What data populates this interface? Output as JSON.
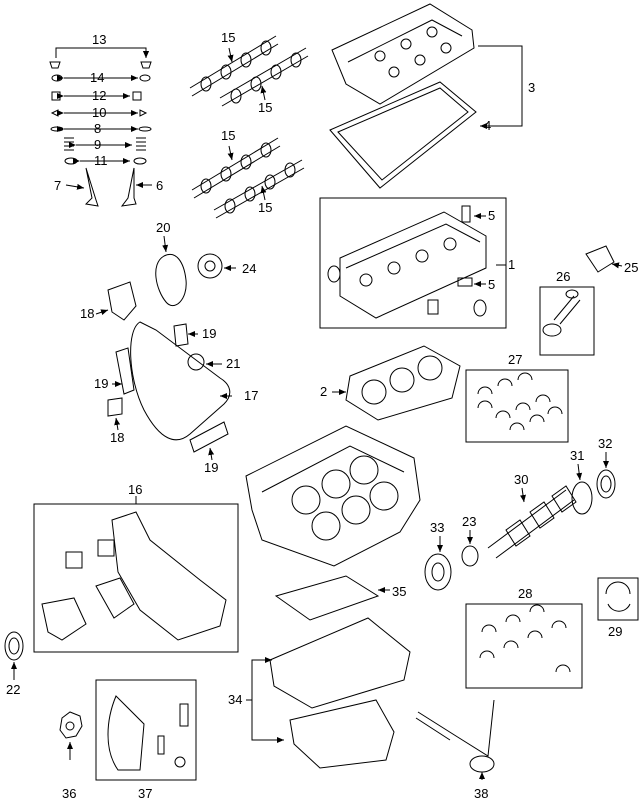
{
  "diagram": {
    "callouts": [
      {
        "id": "c1",
        "label": "1"
      },
      {
        "id": "c2",
        "label": "2"
      },
      {
        "id": "c3",
        "label": "3"
      },
      {
        "id": "c4",
        "label": "4"
      },
      {
        "id": "c5a",
        "label": "5"
      },
      {
        "id": "c5b",
        "label": "5"
      },
      {
        "id": "c6",
        "label": "6"
      },
      {
        "id": "c7",
        "label": "7"
      },
      {
        "id": "c8",
        "label": "8"
      },
      {
        "id": "c9",
        "label": "9"
      },
      {
        "id": "c10",
        "label": "10"
      },
      {
        "id": "c11",
        "label": "11"
      },
      {
        "id": "c12",
        "label": "12"
      },
      {
        "id": "c13",
        "label": "13"
      },
      {
        "id": "c14",
        "label": "14"
      },
      {
        "id": "c15a",
        "label": "15"
      },
      {
        "id": "c15b",
        "label": "15"
      },
      {
        "id": "c15c",
        "label": "15"
      },
      {
        "id": "c15d",
        "label": "15"
      },
      {
        "id": "c16",
        "label": "16"
      },
      {
        "id": "c17",
        "label": "17"
      },
      {
        "id": "c18a",
        "label": "18"
      },
      {
        "id": "c18b",
        "label": "18"
      },
      {
        "id": "c19a",
        "label": "19"
      },
      {
        "id": "c19b",
        "label": "19"
      },
      {
        "id": "c19c",
        "label": "19"
      },
      {
        "id": "c20",
        "label": "20"
      },
      {
        "id": "c21",
        "label": "21"
      },
      {
        "id": "c22",
        "label": "22"
      },
      {
        "id": "c23",
        "label": "23"
      },
      {
        "id": "c24",
        "label": "24"
      },
      {
        "id": "c25",
        "label": "25"
      },
      {
        "id": "c26",
        "label": "26"
      },
      {
        "id": "c27",
        "label": "27"
      },
      {
        "id": "c28",
        "label": "28"
      },
      {
        "id": "c29",
        "label": "29"
      },
      {
        "id": "c30",
        "label": "30"
      },
      {
        "id": "c31",
        "label": "31"
      },
      {
        "id": "c32",
        "label": "32"
      },
      {
        "id": "c33",
        "label": "33"
      },
      {
        "id": "c34",
        "label": "34"
      },
      {
        "id": "c35",
        "label": "35"
      },
      {
        "id": "c36",
        "label": "36"
      },
      {
        "id": "c37",
        "label": "37"
      },
      {
        "id": "c38",
        "label": "38"
      }
    ]
  }
}
